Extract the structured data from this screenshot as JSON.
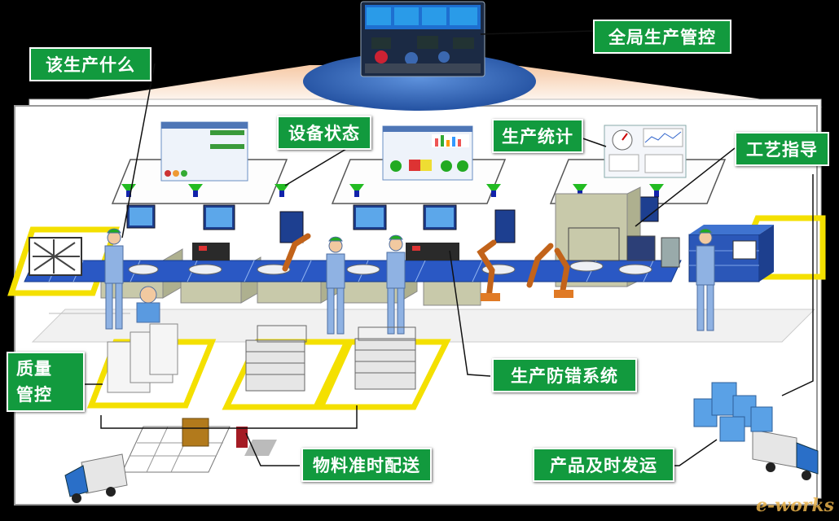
{
  "labels": {
    "global_control": "全局生产管控",
    "what_to_produce": "该生产什么",
    "equipment_status": "设备状态",
    "production_stats": "生产统计",
    "process_guidance": "工艺指导",
    "quality_control_line1": "质量",
    "quality_control_line2": "管控",
    "error_proofing": "生产防错系统",
    "material_delivery": "物料准时配送",
    "product_shipping": "产品及时发运"
  },
  "watermark": "e-works",
  "colors": {
    "label_green": "#129a3e",
    "zone_yellow": "#f4e000",
    "conveyor_blue": "#1f4fb8",
    "robot_orange": "#d8731c",
    "worker_blue": "#8fb2e3",
    "platform_blue": "#3a6fc0"
  },
  "icons": [
    "control-room-screen",
    "monitor-icon",
    "signal-lamp-icon",
    "robot-arm-icon",
    "truck-icon",
    "warehouse-icon",
    "worker-icon",
    "cart-icon",
    "box-stack-icon"
  ]
}
